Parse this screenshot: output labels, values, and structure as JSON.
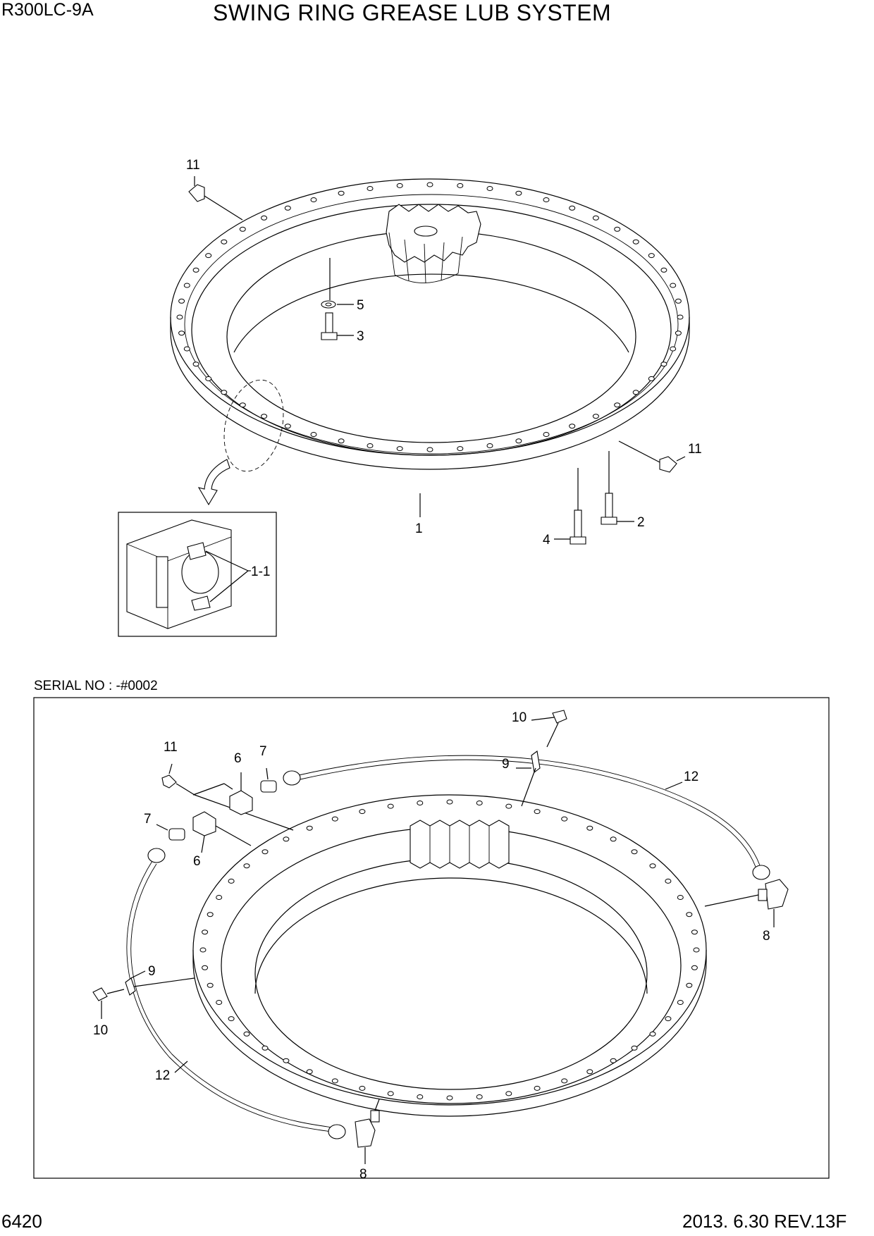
{
  "header": {
    "model": "R300LC-9A",
    "title": "SWING RING GREASE LUB SYSTEM"
  },
  "upper_callouts": {
    "c11a": "11",
    "c5": "5",
    "c3": "3",
    "c11b": "11",
    "c2": "2",
    "c1": "1",
    "c4": "4",
    "c1_1": "1-1"
  },
  "lower_section": {
    "serial": "SERIAL NO : -#0002",
    "callouts": {
      "c10a": "10",
      "c9a": "9",
      "c12a": "12",
      "c11": "11",
      "c6a": "6",
      "c7a": "7",
      "c7b": "7",
      "c6b": "6",
      "c8a": "8",
      "c9b": "9",
      "c10b": "10",
      "c12b": "12",
      "c8b": "8"
    }
  },
  "footer": {
    "page": "6420",
    "revision": "2013. 6.30  REV.13F"
  }
}
